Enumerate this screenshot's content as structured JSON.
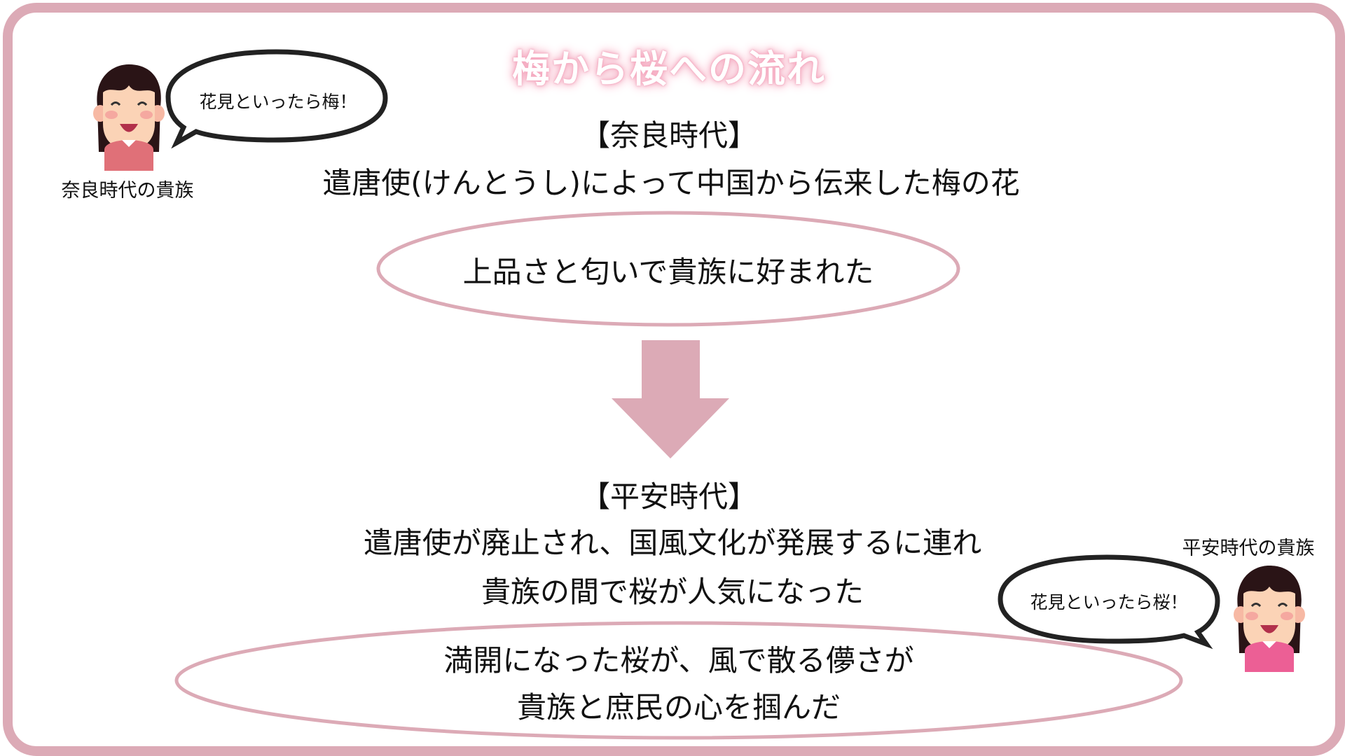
{
  "title": "梅から桜への流れ",
  "nara": {
    "heading": "【奈良時代】",
    "line": "遣唐使(けんとうし)によって中国から伝来した梅の花",
    "highlight": "上品さと匂いで貴族に好まれた",
    "character_caption": "奈良時代の貴族",
    "speech": "花見といったら梅！"
  },
  "heian": {
    "heading": "【平安時代】",
    "line1": "遣唐使が廃止され、国風文化が発展するに連れ",
    "line2": "貴族の間で桜が人気になった",
    "highlight_line1": "満開になった桜が、風で散る儚さが",
    "highlight_line2": "貴族と庶民の心を掴んだ",
    "character_caption": "平安時代の貴族",
    "speech": "花見といったら桜！"
  },
  "colors": {
    "accent": "#dcaab6",
    "text": "#111111"
  }
}
